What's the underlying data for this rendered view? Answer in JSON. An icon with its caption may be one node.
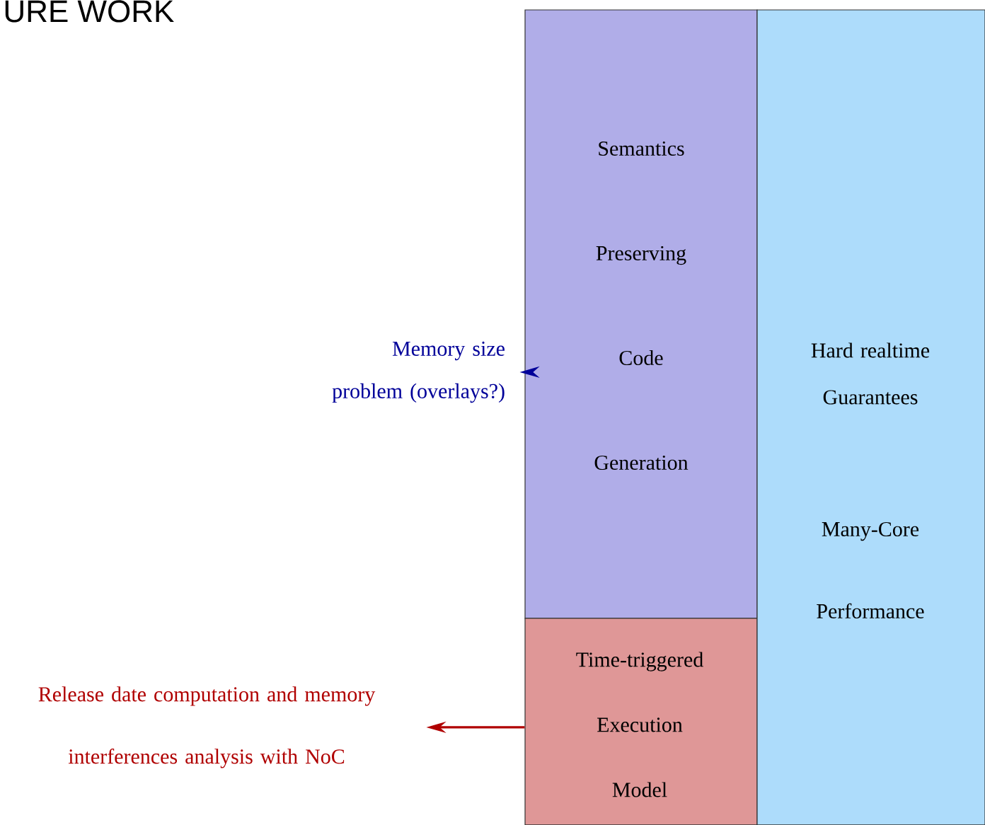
{
  "diagram": {
    "title": "URE WORK",
    "nodes": [
      {
        "text": [
          "Semantics Preserving Code Generation"
        ]
      },
      {
        "text": [
          "Time-triggered Execution Model"
        ]
      },
      {
        "text": [
          "Hard realtime Guarantees",
          "Many-Core Performance"
        ]
      },
      {
        "text": [
          "Memory size problem (overlays?)"
        ]
      },
      {
        "text": [
          "Release date computation and memory interferences analysis with NoC"
        ]
      }
    ],
    "edges": [
      {
        "from": 0,
        "to": 3,
        "arrow": "to",
        "color": "#000099"
      },
      {
        "from": 1,
        "to": 4,
        "arrow": "to",
        "color": "#b00000"
      }
    ]
  }
}
